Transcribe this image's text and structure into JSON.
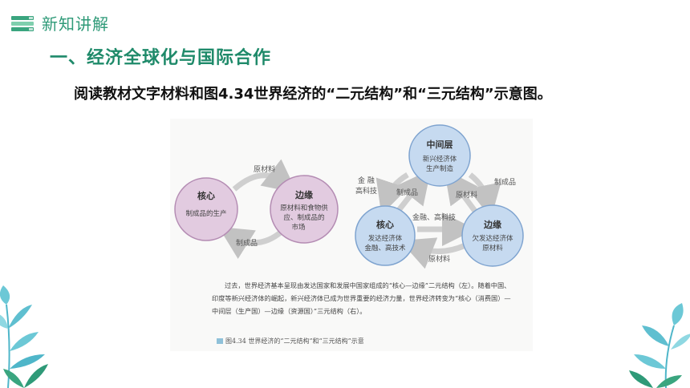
{
  "header": {
    "section_title": "新知讲解",
    "icon": "stacked-books-icon"
  },
  "main_heading": "一、经济全球化与国际合作",
  "instruction": "阅读教材文字材料和图4.34世界经济的“二元结构”和“三元结构”示意图。",
  "figure": {
    "binary": {
      "core_title": "核心",
      "core_sub": "制成品的生产",
      "periphery_title": "边缘",
      "periphery_sub": [
        "原材料和食物供",
        "应、制成品的",
        "市场"
      ],
      "top_arrow_label": "原材料",
      "bottom_arrow_label": "制成品"
    },
    "ternary": {
      "middle_title": "中间层",
      "middle_sub": [
        "新兴经济体",
        "生产制造"
      ],
      "core_title": "核心",
      "core_sub": [
        "发达经济体",
        "金融、高技术"
      ],
      "periphery_title": "边缘",
      "periphery_sub": [
        "欠发达经济体",
        "原材料"
      ],
      "label_finance": [
        "金 融",
        "高科技"
      ],
      "label_goods_left": "制成品",
      "label_goods_right": "制成品",
      "label_raw_mid": "原材料",
      "label_finance_mid": "金融、高科技",
      "label_raw_bottom": "原材料"
    },
    "caption": "过去，世界经济基本呈现由发达国家和发展中国家组成的“核心—边缘”二元结构（左）。随着中国、印度等新兴经济体的崛起，新兴经济体已成为世界重要的经济力量，世界经济转变为“核心（消费国）—中间层（生产国）—边缘（资源国）”三元结构（右）。",
    "figure_label": "图4.34  世界经济的“二元结构”和“三元结构”示意",
    "colors": {
      "binary_fill": "#e2cbe0",
      "binary_stroke": "#b48cb3",
      "ternary_fill": "#c6daf0",
      "ternary_stroke": "#7ea3cf",
      "arrow": "#c9c9c9"
    }
  },
  "decorations": {
    "left": "leaf-plant-icon",
    "right": "leaf-plant-icon"
  }
}
